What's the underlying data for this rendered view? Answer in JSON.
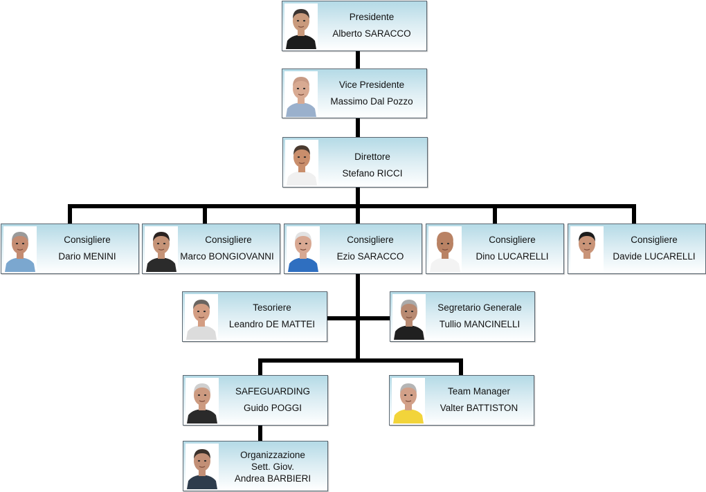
{
  "chart": {
    "president": {
      "role": "Presidente",
      "name": "Alberto SARACCO",
      "icon": "person-photo-icon",
      "shirt": "#1c1c1c",
      "skin": "#c99a7c",
      "hair": "#3a3330"
    },
    "vice_president": {
      "role": "Vice Presidente",
      "name": "Massimo Dal Pozzo",
      "icon": "person-photo-icon",
      "shirt": "#9ab0cc",
      "skin": "#d8aa92",
      "hair": "#c89a84"
    },
    "director": {
      "role": "Direttore",
      "name": "Stefano RICCI",
      "icon": "person-photo-icon",
      "shirt": "#f0f0f0",
      "skin": "#c98e6c",
      "hair": "#4a3a30"
    },
    "councillors": [
      {
        "role": "Consigliere",
        "name": "Dario MENINI",
        "icon": "person-photo-icon",
        "shirt": "#7ba7cf",
        "skin": "#c48c72",
        "hair": "#9a9a9a"
      },
      {
        "role": "Consigliere",
        "name": "Marco BONGIOVANNI",
        "icon": "person-photo-icon",
        "shirt": "#2b2b2b",
        "skin": "#c59377",
        "hair": "#2a2220"
      },
      {
        "role": "Consigliere",
        "name": "Ezio SARACCO",
        "icon": "person-photo-icon",
        "shirt": "#2f6fc0",
        "skin": "#d8a892",
        "hair": "#e2e2e2"
      },
      {
        "role": "Consigliere",
        "name": "Dino LUCARELLI",
        "icon": "person-photo-icon",
        "shirt": "#f3f3f3",
        "skin": "#b98264",
        "hair": "#b98264"
      },
      {
        "role": "Consigliere",
        "name": "Davide LUCARELLI",
        "icon": "person-photo-icon",
        "shirt": "#ffffff",
        "skin": "#c99478",
        "hair": "#1c1c1c"
      }
    ],
    "treasurer": {
      "role": "Tesoriere",
      "name": "Leandro DE MATTEI",
      "icon": "person-photo-icon",
      "shirt": "#dcdcdc",
      "skin": "#d39d82",
      "hair": "#6a6460"
    },
    "secretary": {
      "role": "Segretario Generale",
      "name": "Tullio MANCINELLI",
      "icon": "person-photo-icon",
      "shirt": "#202020",
      "skin": "#b88a72",
      "hair": "#aaaaaa"
    },
    "safeguarding": {
      "role": "SAFEGUARDING",
      "name": "Guido POGGI",
      "icon": "person-photo-icon",
      "shirt": "#2a2a2a",
      "skin": "#cc9a80",
      "hair": "#cfcfcf"
    },
    "team_manager": {
      "role": "Team Manager",
      "name": "Valter BATTISTON",
      "icon": "person-photo-icon",
      "shirt": "#f2d43a",
      "skin": "#d2a088",
      "hair": "#b5b5b5"
    },
    "organization": {
      "role_line1": "Organizzazione",
      "role_line2": "Sett. Giov.",
      "name": "Andrea BARBIERI",
      "icon": "person-photo-icon",
      "shirt": "#2e3c4c",
      "skin": "#c28f76",
      "hair": "#3a302a"
    }
  },
  "colors": {
    "connector": "#000000",
    "box_border": "#5a6670",
    "box_gradient_top": "#b4dae6",
    "box_gradient_bottom": "#ffffff"
  }
}
